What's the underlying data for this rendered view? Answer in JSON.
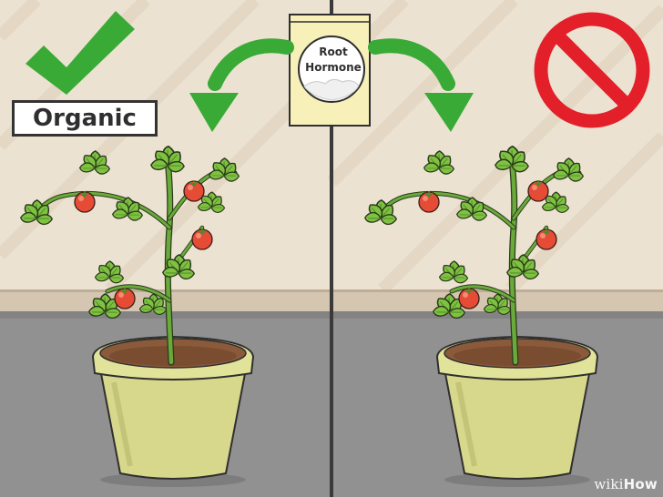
{
  "labels": {
    "organic": "Organic",
    "box_line1": "Root",
    "box_line2": "Hormone"
  },
  "watermark": {
    "part1": "wiki",
    "part2": "How"
  },
  "icons": {
    "approve": "check-mark-icon",
    "deny": "prohibition-icon",
    "left_arrow": "curved-arrow-left-icon",
    "right_arrow": "curved-arrow-right-icon"
  },
  "colors": {
    "wall": "#ece2d2",
    "floor": "#919191",
    "check_green": "#3aaa36",
    "prohibit_red": "#e3202a",
    "arrow_green": "#3aaa36",
    "leaf_green": "#7fc241",
    "stem_green": "#69aa3a",
    "tomato_red": "#e64b35",
    "pot_yellow": "#d7d88c",
    "soil_brown": "#8a5a3b",
    "box_cream": "#f7f0b9"
  }
}
